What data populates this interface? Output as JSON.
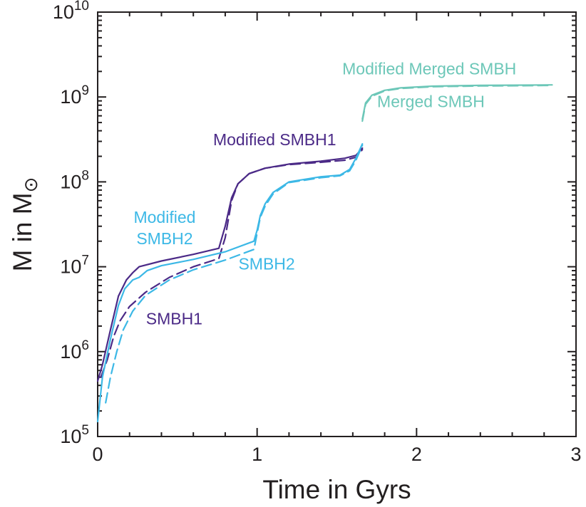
{
  "chart_data": {
    "type": "line",
    "title": "",
    "xlabel": "Time in Gyrs",
    "ylabel": "M in M",
    "ylabel_symbol": "⊙",
    "xlim": [
      0,
      3
    ],
    "ylim": [
      100000,
      10000000000
    ],
    "yscale": "log",
    "grid": false,
    "x_ticks": [
      {
        "value": 0,
        "label": "0"
      },
      {
        "value": 1,
        "label": "1"
      },
      {
        "value": 2,
        "label": "2"
      },
      {
        "value": 3,
        "label": "3"
      }
    ],
    "y_ticks": [
      {
        "value": 100000,
        "base": "10",
        "exp": "5"
      },
      {
        "value": 1000000,
        "base": "10",
        "exp": "6"
      },
      {
        "value": 10000000,
        "base": "10",
        "exp": "7"
      },
      {
        "value": 100000000,
        "base": "10",
        "exp": "8"
      },
      {
        "value": 1000000000,
        "base": "10",
        "exp": "9"
      },
      {
        "value": 10000000000,
        "base": "10",
        "exp": "10"
      }
    ],
    "colors": {
      "smbh1": "#4b2a87",
      "smbh2": "#3cb8e6",
      "merged": "#6cc7b8",
      "axis": "#231f20"
    },
    "series": [
      {
        "name": "Modified SMBH1",
        "color": "#4b2a87",
        "dash": false,
        "x": [
          0,
          0.03,
          0.08,
          0.13,
          0.18,
          0.22,
          0.26,
          0.4,
          0.6,
          0.76,
          0.8,
          0.84,
          0.88,
          0.95,
          1.05,
          1.2,
          1.4,
          1.55,
          1.62,
          1.66
        ],
        "y": [
          450000,
          700000,
          1800000,
          4500000,
          7000000,
          8500000,
          10000000,
          11700000,
          14000000,
          16500000,
          30000000,
          65000000,
          95000000,
          125000000,
          145000000,
          162000000,
          175000000,
          190000000,
          205000000,
          250000000
        ]
      },
      {
        "name": "SMBH1",
        "color": "#4b2a87",
        "dash": true,
        "x": [
          0.02,
          0.06,
          0.1,
          0.14,
          0.2,
          0.3,
          0.45,
          0.6,
          0.72,
          0.76,
          0.8,
          0.84,
          0.88,
          0.95,
          1.05,
          1.2,
          1.4,
          1.55,
          1.62,
          1.66
        ],
        "y": [
          500000,
          800000,
          1500000,
          2300000,
          3400000,
          5000000,
          7500000,
          10000000,
          11800000,
          12500000,
          22000000,
          60000000,
          95000000,
          125000000,
          145000000,
          160000000,
          170000000,
          180000000,
          195000000,
          240000000
        ]
      },
      {
        "name": "Modified SMBH2",
        "color": "#3cb8e6",
        "dash": false,
        "x": [
          0,
          0.03,
          0.08,
          0.13,
          0.17,
          0.22,
          0.26,
          0.31,
          0.4,
          0.6,
          0.8,
          0.98,
          1.0,
          1.02,
          1.05,
          1.1,
          1.2,
          1.4,
          1.52,
          1.58,
          1.62,
          1.66
        ],
        "y": [
          150000,
          500000,
          1400000,
          3500000,
          5500000,
          7000000,
          7500000,
          9000000,
          10300000,
          12200000,
          15000000,
          20000000,
          27000000,
          40000000,
          55000000,
          75000000,
          100000000,
          115000000,
          120000000,
          140000000,
          190000000,
          280000000
        ]
      },
      {
        "name": "SMBH2",
        "color": "#3cb8e6",
        "dash": true,
        "x": [
          0.05,
          0.08,
          0.12,
          0.16,
          0.22,
          0.3,
          0.45,
          0.6,
          0.8,
          0.98,
          1.0,
          1.02,
          1.05,
          1.1,
          1.2,
          1.4,
          1.52,
          1.58,
          1.62,
          1.66
        ],
        "y": [
          250000,
          500000,
          1000000,
          1800000,
          3000000,
          4600000,
          7000000,
          9200000,
          12000000,
          16000000,
          25000000,
          38000000,
          52000000,
          72000000,
          98000000,
          112000000,
          118000000,
          135000000,
          180000000,
          270000000
        ]
      },
      {
        "name": "Modified Merged SMBH",
        "color": "#6cc7b8",
        "dash": false,
        "x": [
          1.66,
          1.68,
          1.72,
          1.8,
          1.9,
          2.1,
          2.4,
          2.7,
          2.85
        ],
        "y": [
          550000000,
          850000000,
          1050000000,
          1200000000,
          1280000000,
          1340000000,
          1370000000,
          1380000000,
          1390000000
        ]
      },
      {
        "name": "Merged SMBH",
        "color": "#6cc7b8",
        "dash": true,
        "x": [
          1.66,
          1.68,
          1.72,
          1.8,
          1.9,
          2.1,
          2.4,
          2.7,
          2.85
        ],
        "y": [
          520000000,
          820000000,
          1020000000,
          1180000000,
          1260000000,
          1320000000,
          1350000000,
          1360000000,
          1370000000
        ]
      }
    ],
    "annotations": [
      {
        "id": "label-modified-merged-smbh",
        "lines": [
          "Modified Merged SMBH"
        ],
        "x": 2.08,
        "y": 1850000000,
        "color": "#6cc7b8",
        "anchor": "middle"
      },
      {
        "id": "label-merged-smbh",
        "lines": [
          "Merged SMBH"
        ],
        "x": 2.09,
        "y": 760000000,
        "color": "#6cc7b8",
        "anchor": "middle"
      },
      {
        "id": "label-modified-smbh1",
        "lines": [
          "Modified SMBH1"
        ],
        "x": 1.11,
        "y": 270000000,
        "color": "#4b2a87",
        "anchor": "middle"
      },
      {
        "id": "label-modified-smbh2",
        "lines": [
          "Modified",
          "SMBH2"
        ],
        "x": 0.42,
        "y": 33000000,
        "color": "#3cb8e6",
        "anchor": "middle"
      },
      {
        "id": "label-smbh2",
        "lines": [
          "SMBH2"
        ],
        "x": 1.06,
        "y": 9300000,
        "color": "#3cb8e6",
        "anchor": "middle"
      },
      {
        "id": "label-smbh1",
        "lines": [
          "SMBH1"
        ],
        "x": 0.48,
        "y": 2100000,
        "color": "#4b2a87",
        "anchor": "middle"
      }
    ]
  }
}
